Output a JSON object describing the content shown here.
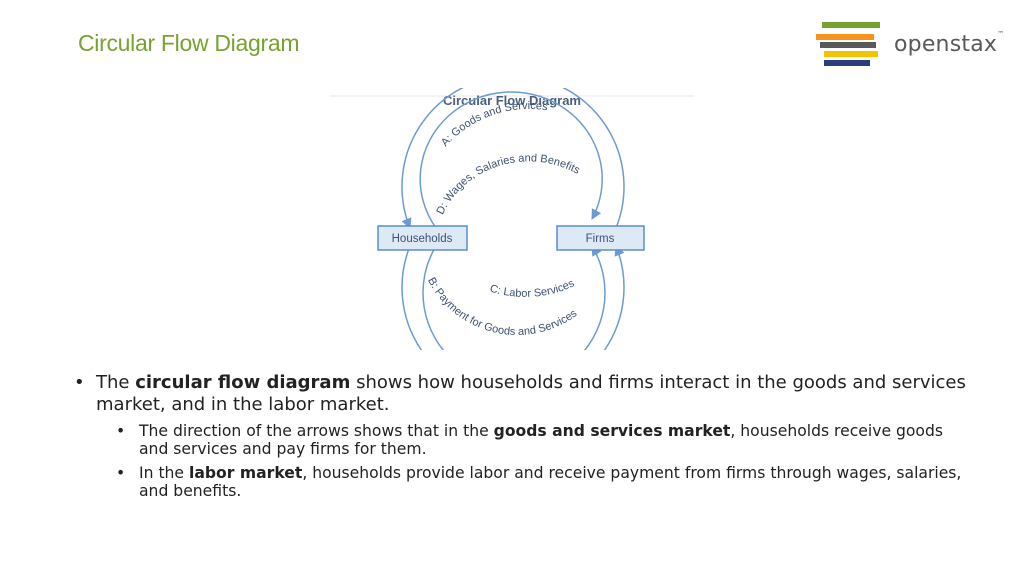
{
  "slide": {
    "title": "Circular Flow Diagram"
  },
  "logo": {
    "wordmark": "openstax",
    "trademark": "™",
    "stripe_colors": [
      "#78a22f",
      "#f7941d",
      "#58595b",
      "#f4c300",
      "#2c3e7a"
    ]
  },
  "diagram": {
    "title": "Circular Flow Diagram",
    "nodes": {
      "households": "Households",
      "firms": "Firms"
    },
    "flows": {
      "a": "A: Goods and Services",
      "d": "D: Wages, Salaries and Benefits",
      "c": "C: Labor Services",
      "b": "B: Payment for Goods and Services"
    },
    "colors": {
      "box_fill": "#dde9f6",
      "box_stroke": "#5a8ec8",
      "arrow": "#6d9bd1",
      "text": "#4a5f7e"
    }
  },
  "bullets": {
    "bullet_char": "•",
    "main": {
      "pre": "The ",
      "bold": "circular flow diagram",
      "post": " shows how households and firms interact in the goods and services market, and in the labor market."
    },
    "sub": [
      {
        "pre": "The direction of the arrows shows that in the ",
        "bold": "goods and services market",
        "post": ", households receive goods and services and pay firms for them."
      },
      {
        "pre": "In the ",
        "bold": "labor market",
        "post": ", households provide labor and receive payment from firms through wages, salaries, and benefits."
      }
    ]
  }
}
